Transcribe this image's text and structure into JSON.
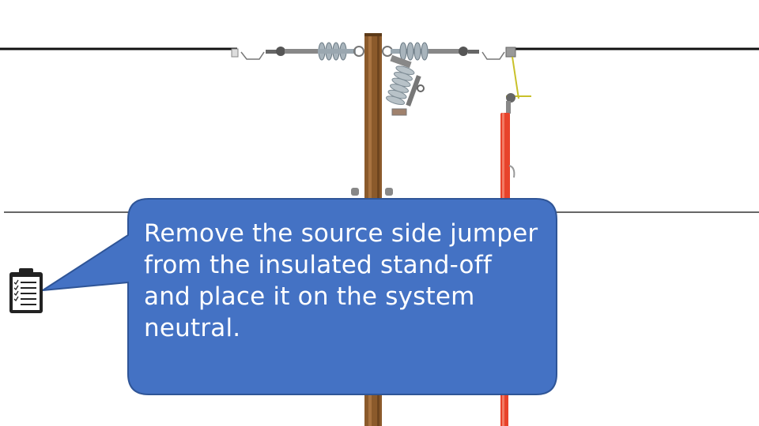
{
  "slide": {
    "callout_text": "Remove the source side jumper from the insulated stand-off and place it on the system neutral.",
    "colors": {
      "callout_fill": "#4472C4",
      "callout_stroke": "#2F5597",
      "pole": "#8B5A2B",
      "hot_stick": "#E8432B",
      "insulator": "#A8B4BC",
      "line": "#111111"
    },
    "icons": [
      "checklist-clipboard-icon",
      "utility-pole",
      "cutout-fuse",
      "hot-stick"
    ]
  }
}
